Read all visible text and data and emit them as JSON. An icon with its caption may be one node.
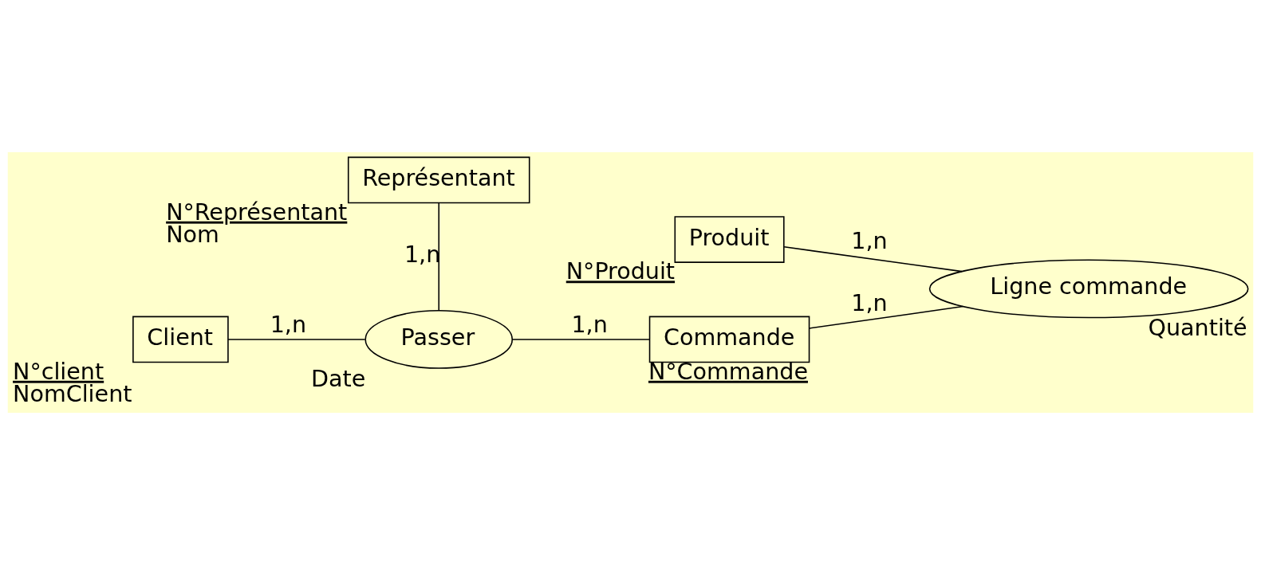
{
  "diagram": {
    "nodes": [
      {
        "text": [
          "Représentant"
        ],
        "beside": [
          "N°Représentant",
          "Nom"
        ]
      },
      {
        "text": [
          "Produit"
        ],
        "beside": [
          "N°Produit"
        ]
      },
      {
        "text": [
          "Ligne commande"
        ],
        "beside": [
          "Quantité"
        ]
      },
      {
        "text": [
          "Client"
        ],
        "beside": [
          "N°client",
          "NomClient"
        ]
      },
      {
        "text": [
          "Passer"
        ],
        "beside": [
          "Date"
        ]
      },
      {
        "text": [
          "Commande"
        ],
        "beside": [
          "N°Commande"
        ]
      }
    ],
    "edges": [
      {
        "from": 3,
        "to": 4,
        "arrow": "none",
        "label": "1,n"
      },
      {
        "from": 0,
        "to": 4,
        "arrow": "none",
        "label": "1,n"
      },
      {
        "from": 4,
        "to": 5,
        "arrow": "none",
        "label": "1,n"
      },
      {
        "from": 5,
        "to": 2,
        "arrow": "none",
        "label": "1,n"
      },
      {
        "from": 1,
        "to": 2,
        "arrow": "none",
        "label": "1,n"
      }
    ]
  }
}
